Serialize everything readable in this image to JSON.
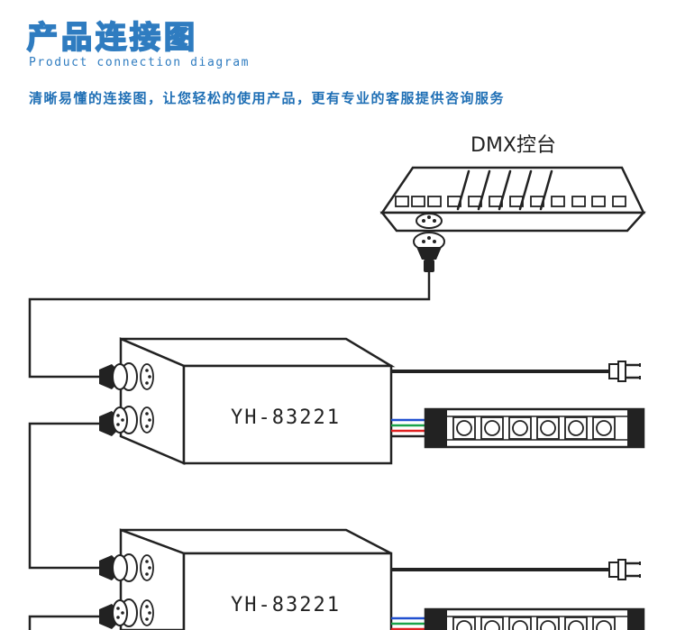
{
  "header": {
    "title": "产品连接图",
    "subtitle": "Product connection diagram",
    "tagline": "清晰易懂的连接图，让您轻松的使用产品，更有专业的客服提供咨询服务"
  },
  "diagram": {
    "console_label": "DMX控台",
    "decoders": [
      {
        "model": "YH-83221"
      },
      {
        "model": "YH-83221"
      }
    ],
    "colors": {
      "accent": "#2f7cc0",
      "line": "#222222",
      "wire_red": "#e02020",
      "wire_green": "#1aa34a",
      "wire_blue": "#2050d0"
    }
  }
}
